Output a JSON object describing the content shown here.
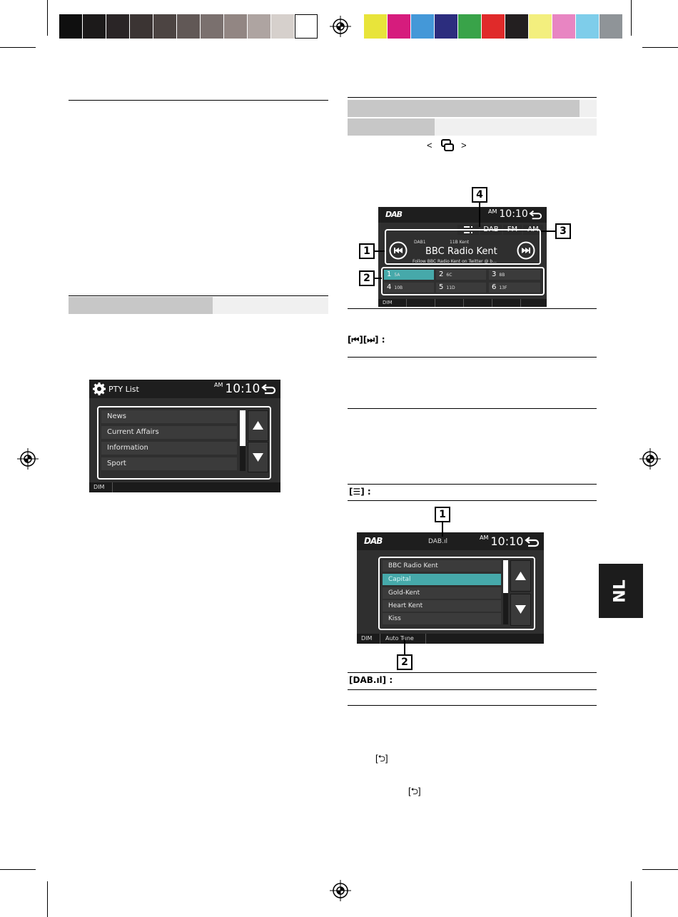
{
  "color_bar": {
    "greys": [
      "#0f0f0f",
      "#1c1a1a",
      "#2a2526",
      "#3b3433",
      "#4c4442",
      "#615856",
      "#7a706e",
      "#928683",
      "#aea4a1",
      "#d6d0cc",
      "#ffffff"
    ],
    "colors": [
      "#e8e43a",
      "#d61c7d",
      "#4498d8",
      "#2c2d7e",
      "#39a349",
      "#e02a2a",
      "#231f20",
      "#f3ef7e",
      "#e885c2",
      "#7ecdea",
      "#8f9498"
    ]
  },
  "top_text": {
    "nav_hint_left": "<",
    "nav_hint_right": ">",
    "source_icon": "source-switch-icon"
  },
  "pty_screen": {
    "title": "PTY List",
    "clock_ampm": "AM",
    "clock_time": "10:10",
    "items": [
      "News",
      "Current Affairs",
      "Information",
      "Sport"
    ],
    "bottom_tab": "DIM",
    "back_icon": "back-arrow-icon",
    "settings_icon": "gear-icon"
  },
  "dab_screen": {
    "logo": "DAB",
    "clock_ampm": "AM",
    "clock_time": "10:10",
    "band_buttons": [
      "DAB",
      "FM",
      "AM"
    ],
    "list_icon": "list-icon",
    "ensemble": "DAB1",
    "channel": "11B Kent",
    "station": "BBC Radio Kent",
    "dls_text": "Follow BBC Radio Kent on Twitter @ b...",
    "presets": [
      {
        "num": "1",
        "label": "5A"
      },
      {
        "num": "2",
        "label": "6C"
      },
      {
        "num": "3",
        "label": "8B"
      },
      {
        "num": "4",
        "label": "10B"
      },
      {
        "num": "5",
        "label": "11D"
      },
      {
        "num": "6",
        "label": "13F"
      }
    ],
    "bottom_tab": "DIM",
    "callouts": [
      "1",
      "2",
      "3",
      "4"
    ]
  },
  "labels": {
    "skip_buttons": "[⏮][⏭] :",
    "list_button": "[☰] :",
    "dab_signal": "[DAB.ıl] :",
    "back1": "[⮌]",
    "back2": "[⮌]"
  },
  "dab_list_screen": {
    "logo": "DAB",
    "signal_label": "DAB.ıl",
    "clock_ampm": "AM",
    "clock_time": "10:10",
    "items": [
      "BBC Radio Kent",
      "Capital",
      "Gold-Kent",
      "Heart Kent",
      "Kiss"
    ],
    "selected_index": 1,
    "bottom_tabs": [
      "DIM",
      "Auto Tune"
    ],
    "callouts": [
      "1",
      "2"
    ]
  },
  "side_tab": {
    "label": "NL"
  }
}
